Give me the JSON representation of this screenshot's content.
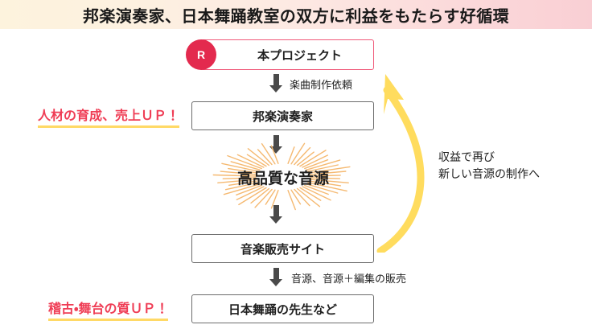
{
  "header": {
    "title": "邦楽演奏家、日本舞踊教室の双方に利益をもたらす好循環",
    "gradient_from": "#fdf3dd",
    "gradient_to": "#f9cfd4"
  },
  "colors": {
    "accent_red": "#e32a4e",
    "callout_red": "#ef3d55",
    "arc_yellow": "#ffdc5e",
    "underline_yellow": "#ffd966",
    "box_border_gray": "#6d6d6d",
    "box_border_pink": "#f05a7a",
    "arrow_gray": "#4a4a4a",
    "sparkle_orange": "#f5b971"
  },
  "diagram": {
    "badge": {
      "label": "R",
      "name": "project-badge"
    },
    "nodes": [
      {
        "id": "project",
        "label": "本プロジェクト"
      },
      {
        "id": "player",
        "label": "邦楽演奏家"
      },
      {
        "id": "site",
        "label": "音楽販売サイト"
      },
      {
        "id": "teacher",
        "label": "日本舞踊の先生など"
      }
    ],
    "sparkle_node": {
      "id": "audio",
      "label": "高品質な音源"
    },
    "edge_labels": [
      {
        "id": "request",
        "label": "楽曲制作依頼"
      },
      {
        "id": "sales",
        "label": "音源、音源＋編集の販売"
      }
    ],
    "callouts": [
      {
        "id": "top",
        "label": "人材の育成、売上ＵＰ！"
      },
      {
        "id": "bottom",
        "label": "稽古・舞台の質ＵＰ！"
      }
    ],
    "return_arc": {
      "line1": "収益で再び",
      "line2": "新しい音源の制作へ"
    }
  }
}
